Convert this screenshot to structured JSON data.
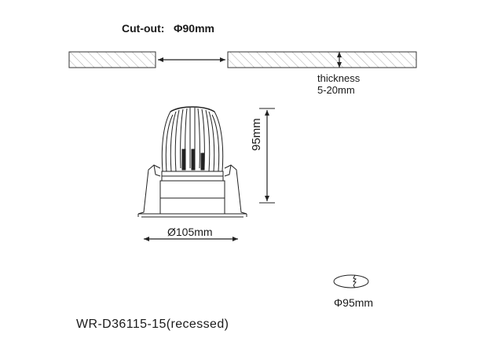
{
  "cutout": {
    "label": "Cut-out:",
    "value": "Φ90mm"
  },
  "thickness": {
    "label": "thickness",
    "range": "5-20mm"
  },
  "dimensions": {
    "height": "95mm",
    "diameter": "Ø105mm",
    "hole": "Φ95mm"
  },
  "model": "WR-D36115-15(recessed)"
}
